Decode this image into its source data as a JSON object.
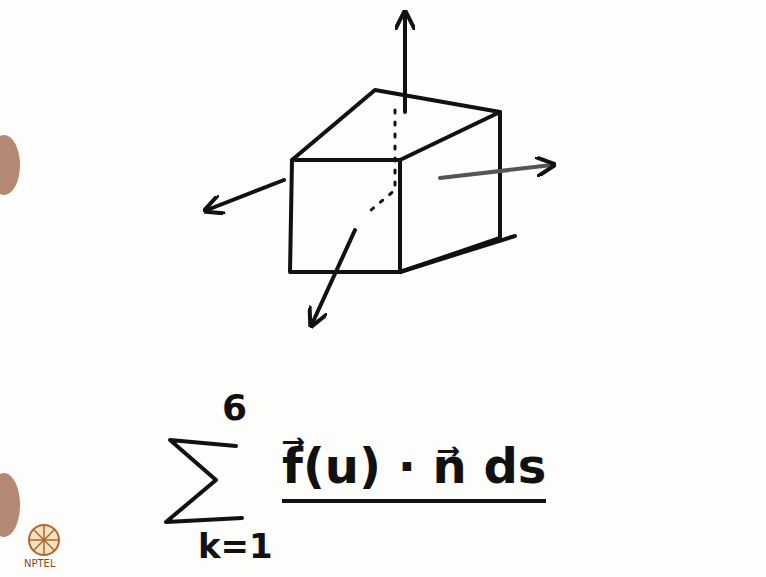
{
  "diagram": {
    "labels": [
      "6",
      "k=1",
      "f⃗(u) · n⃗ ds",
      "NPTEL"
    ]
  }
}
